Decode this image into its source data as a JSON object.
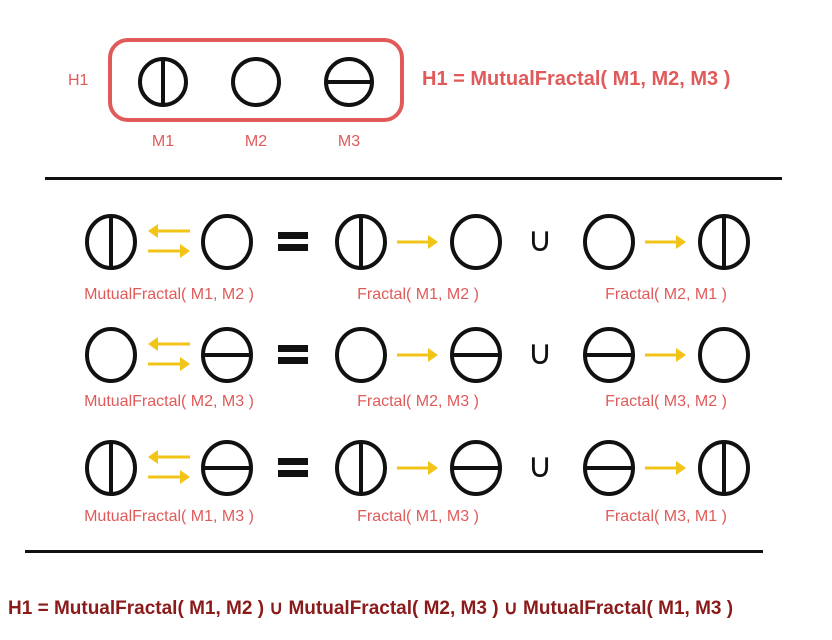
{
  "header": {
    "group_label": "H1",
    "members": [
      {
        "name": "M1",
        "symbol": "circle-vertical-bar"
      },
      {
        "name": "M2",
        "symbol": "circle-empty"
      },
      {
        "name": "M3",
        "symbol": "circle-horizontal-bar"
      }
    ],
    "definition": "H1 = MutualFractal( M1, M2, M3 )"
  },
  "colors": {
    "label": "#e05a5a",
    "box": "#e05a5a",
    "arrow": "#f2c417",
    "stroke": "#111111",
    "bottom_formula": "#8b1a1a"
  },
  "equations": [
    {
      "lhs_label": "MutualFractal( M1, M2 )",
      "term1_label": "Fractal( M1, M2 )",
      "term2_label": "Fractal( M2, M1 )",
      "symbols": [
        "circle-vertical-bar",
        "circle-empty",
        "circle-vertical-bar",
        "circle-empty",
        "circle-empty",
        "circle-vertical-bar"
      ]
    },
    {
      "lhs_label": "MutualFractal( M2, M3 )",
      "term1_label": "Fractal( M2, M3 )",
      "term2_label": "Fractal( M3, M2 )",
      "symbols": [
        "circle-empty",
        "circle-horizontal-bar",
        "circle-empty",
        "circle-horizontal-bar",
        "circle-horizontal-bar",
        "circle-empty"
      ]
    },
    {
      "lhs_label": "MutualFractal( M1, M3 )",
      "term1_label": "Fractal( M1, M3 )",
      "term2_label": "Fractal( M3, M1 )",
      "symbols": [
        "circle-vertical-bar",
        "circle-horizontal-bar",
        "circle-vertical-bar",
        "circle-horizontal-bar",
        "circle-horizontal-bar",
        "circle-vertical-bar"
      ]
    }
  ],
  "operators": {
    "equals": "=",
    "union": "∪"
  },
  "footer": {
    "formula": "H1 = MutualFractal( M1, M2 ) ∪ MutualFractal( M2, M3 ) ∪ MutualFractal( M1, M3 )"
  }
}
